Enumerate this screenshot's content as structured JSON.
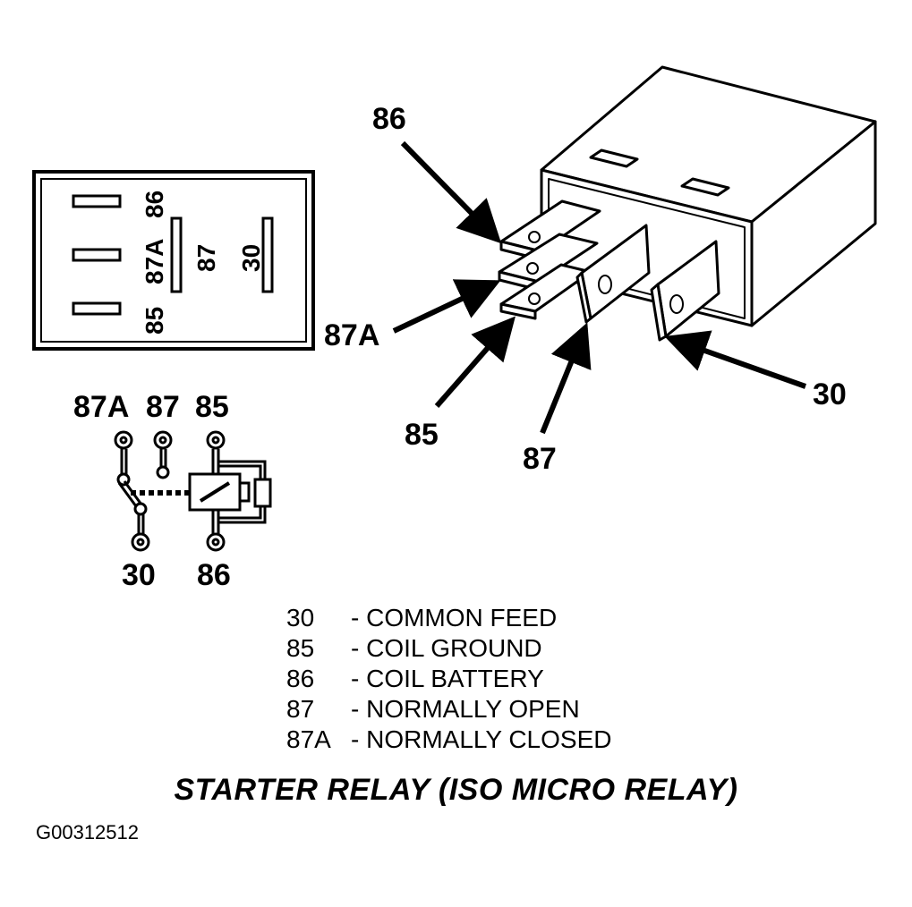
{
  "face_view": {
    "pin_85": "85",
    "pin_87A": "87A",
    "pin_86": "86",
    "pin_87": "87",
    "pin_30": "30"
  },
  "schematic": {
    "label_87A": "87A",
    "label_87": "87",
    "label_85": "85",
    "label_30": "30",
    "label_86": "86"
  },
  "iso_view": {
    "callout_86": "86",
    "callout_87A": "87A",
    "callout_85": "85",
    "callout_87": "87",
    "callout_30": "30"
  },
  "legend": [
    {
      "pin": "30",
      "desc": "- COMMON FEED"
    },
    {
      "pin": "85",
      "desc": "- COIL GROUND"
    },
    {
      "pin": "86",
      "desc": "- COIL BATTERY"
    },
    {
      "pin": "87",
      "desc": "- NORMALLY OPEN"
    },
    {
      "pin": "87A",
      "desc": "- NORMALLY CLOSED"
    }
  ],
  "title": "STARTER RELAY (ISO MICRO RELAY)",
  "figure_code": "G00312512"
}
